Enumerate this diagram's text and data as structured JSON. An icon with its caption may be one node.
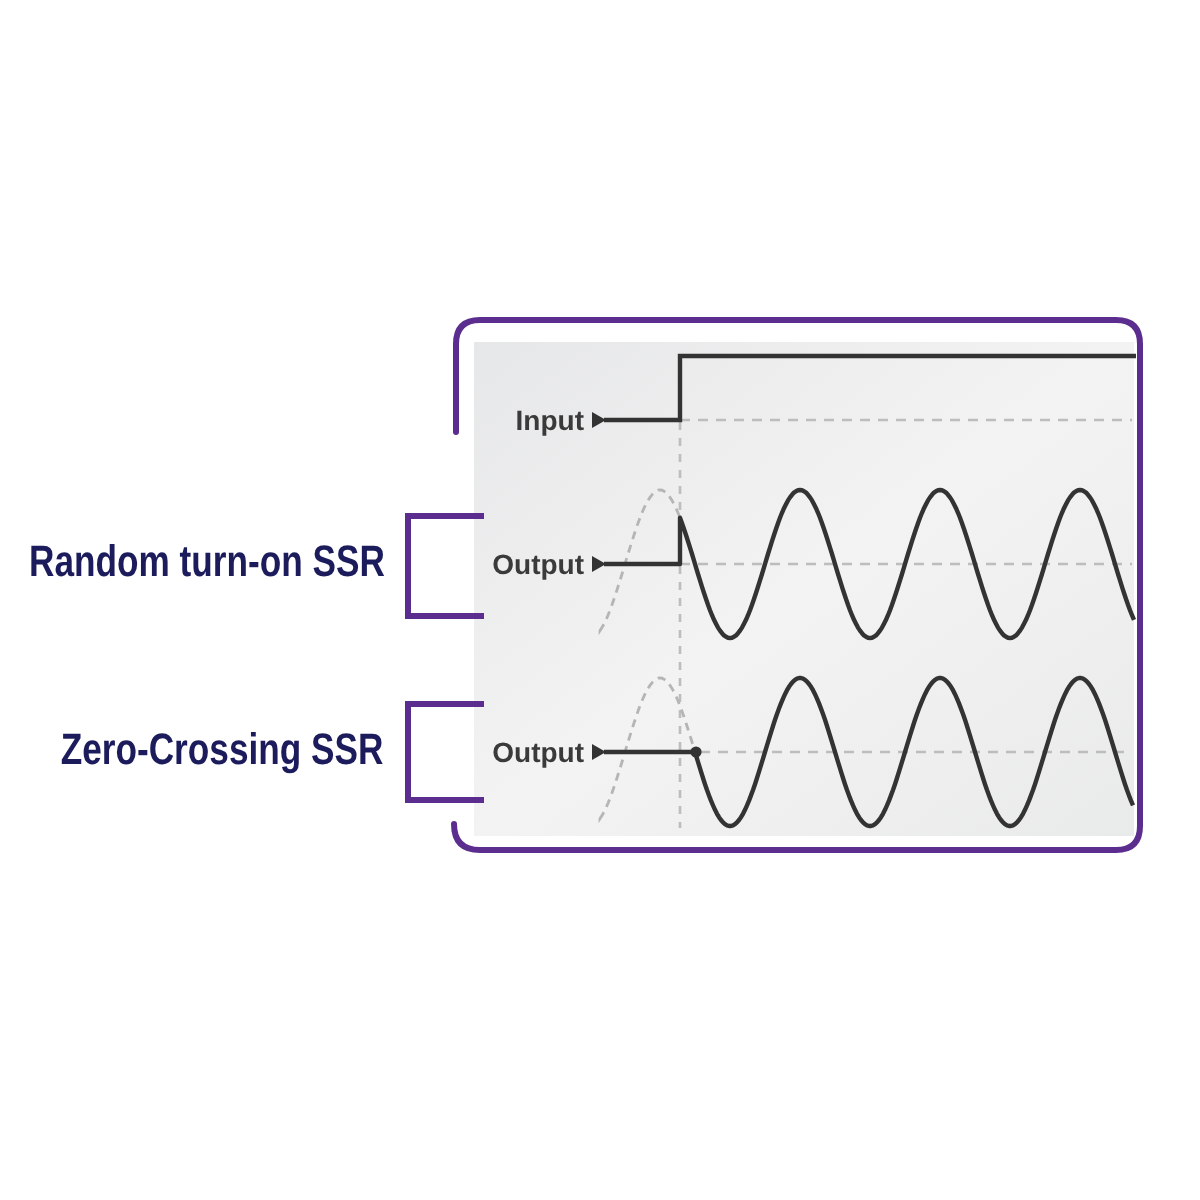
{
  "diagram": {
    "labels": [
      "Input",
      "Random turn-on SSR",
      "Output",
      "Zero-Crossing SSR",
      "Output"
    ]
  }
}
